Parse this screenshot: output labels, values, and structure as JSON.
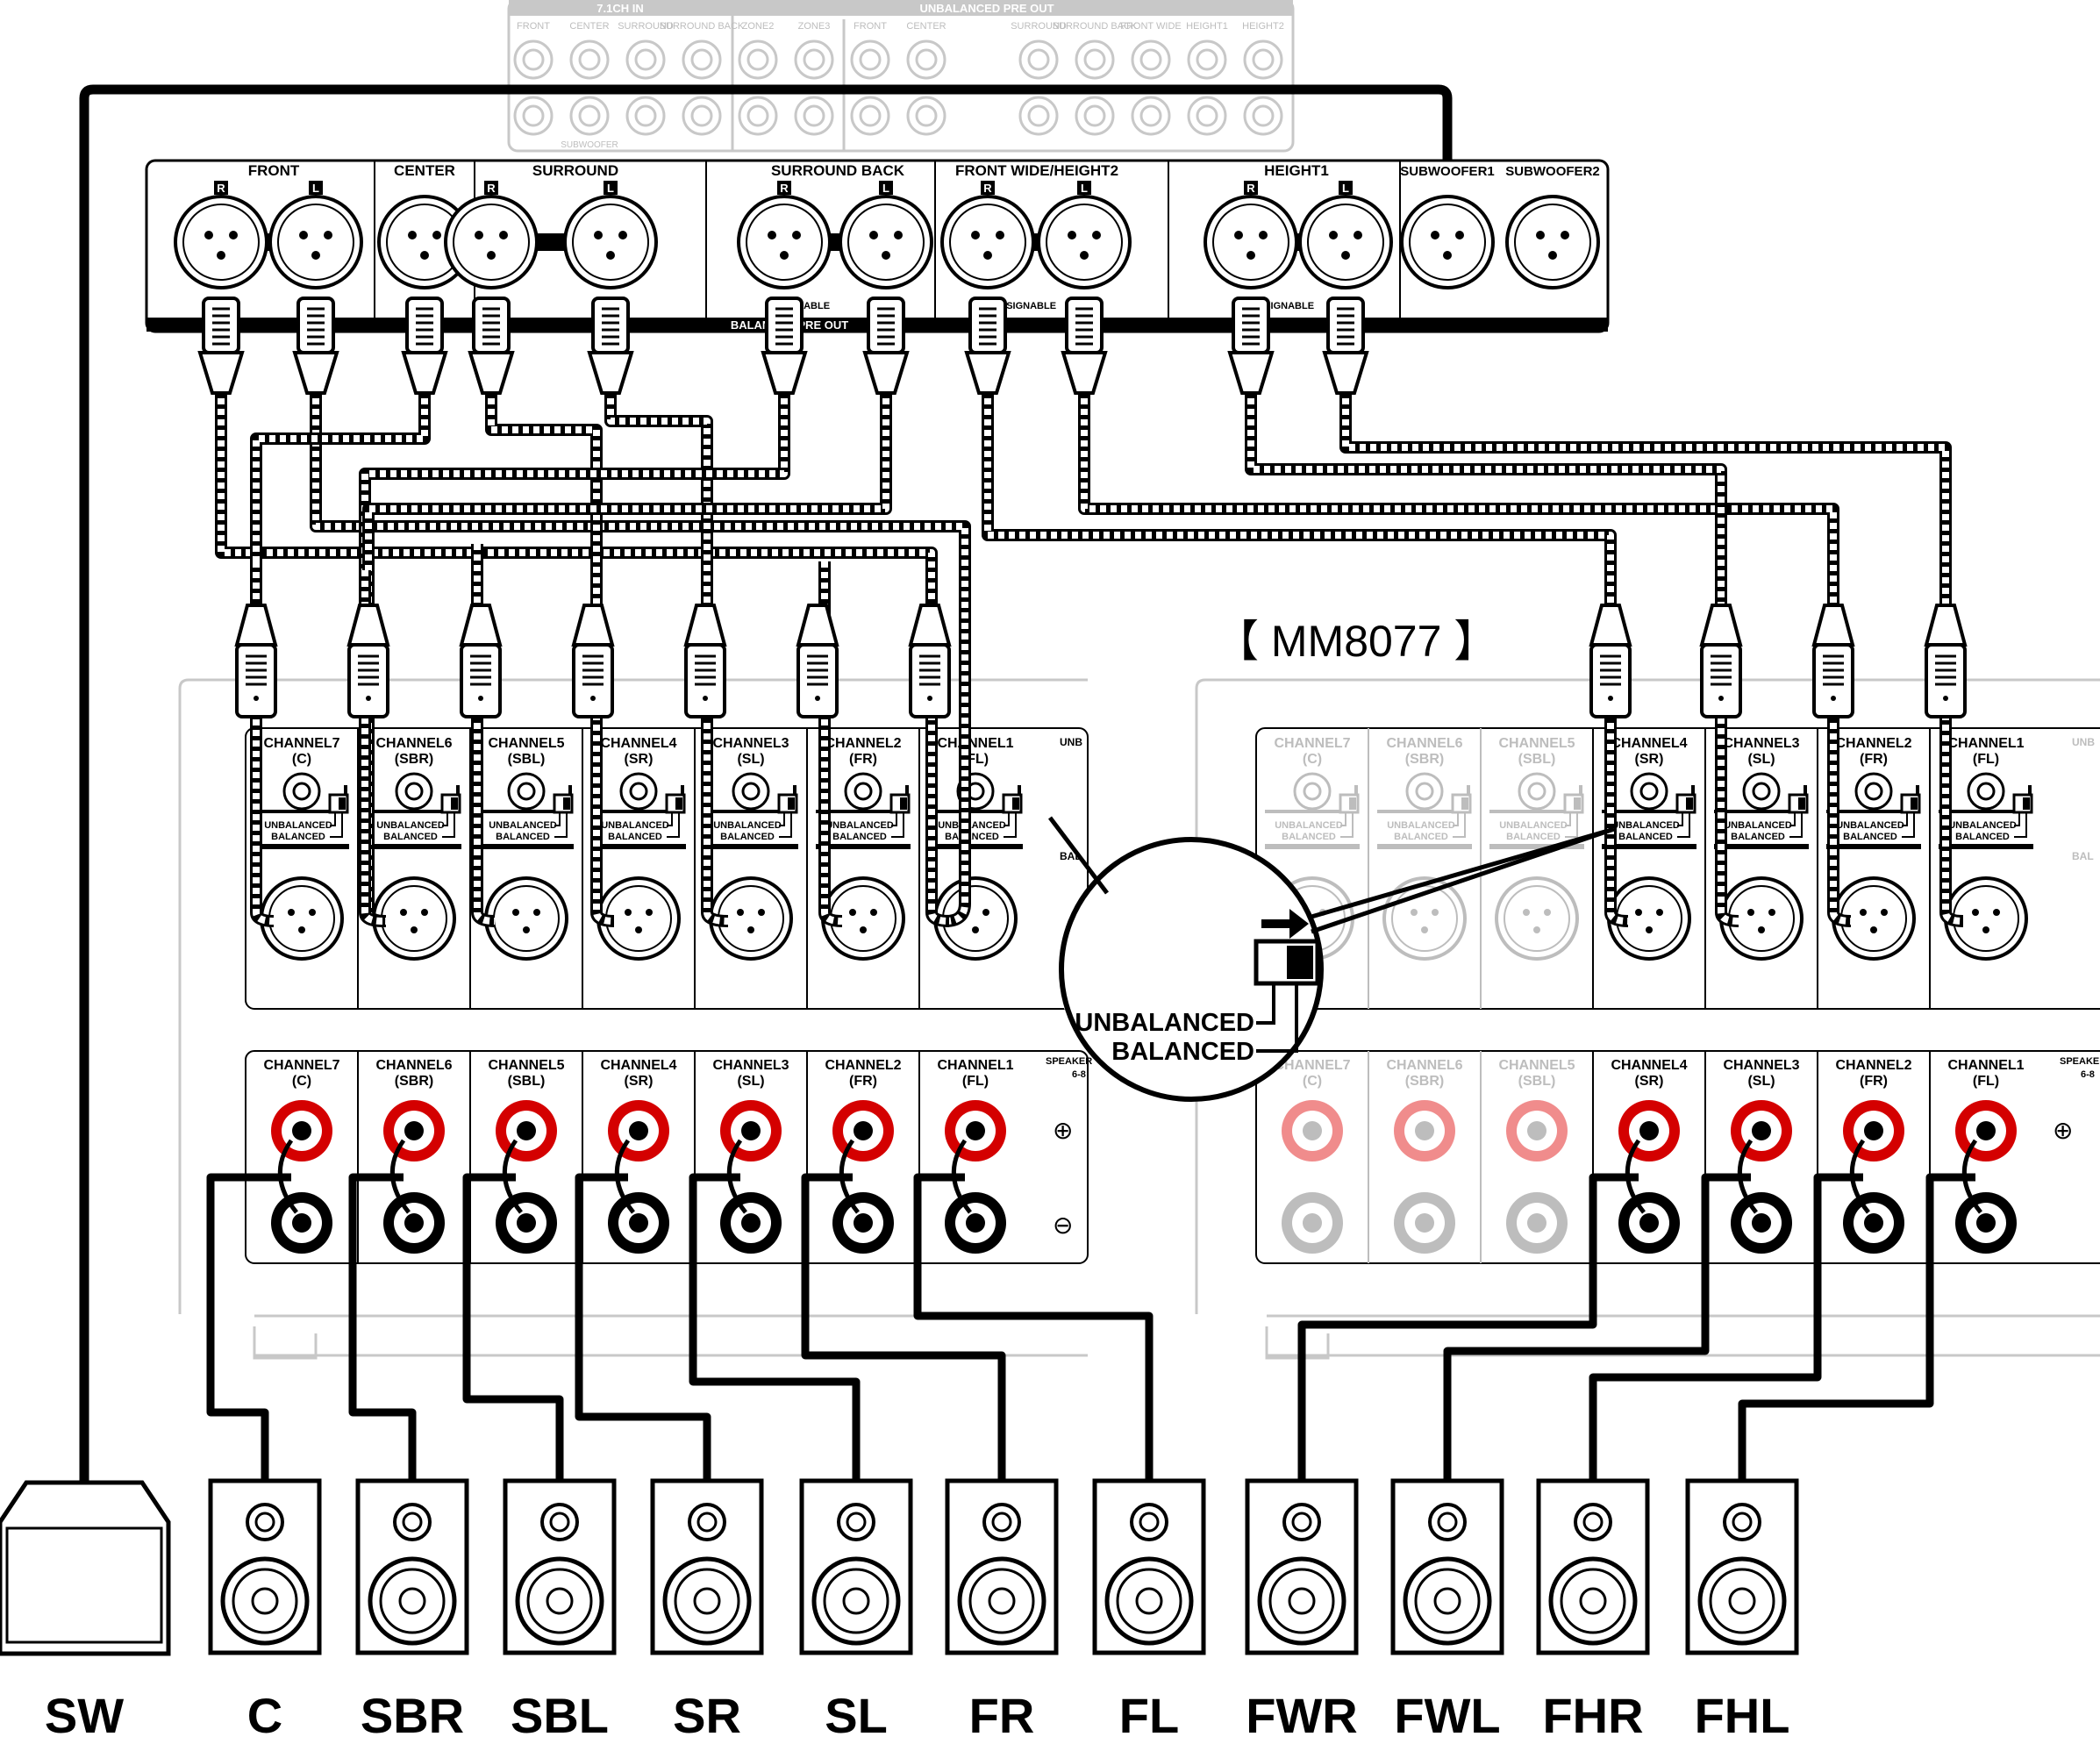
{
  "unbalanced_panel": {
    "group_71ch": "7.1CH IN",
    "group_pre": "UNBALANCED PRE OUT",
    "jacks": [
      "FRONT",
      "CENTER",
      "SURROUND",
      "SURROUND BACK",
      "ZONE2",
      "ZONE3",
      "FRONT",
      "CENTER",
      "SURROUND",
      "SURROUND BACK",
      "FRONT WIDE",
      "HEIGHT1",
      "HEIGHT2"
    ],
    "subwoofer": "SUBWOOFER"
  },
  "balanced_panel": {
    "groups": [
      "FRONT",
      "CENTER",
      "SURROUND",
      "SURROUND BACK",
      "FRONT WIDE/HEIGHT2",
      "HEIGHT1",
      "SUBWOOFER1",
      "SUBWOOFER2"
    ],
    "r_mark": "R",
    "l_mark": "L",
    "bar_label": "BALANCED PRE OUT",
    "assignable": "ASSIGNABLE"
  },
  "amp_title": "【 MM8077 】",
  "amp1_channels": [
    {
      "name": "CHANNEL7",
      "sub": "(C)"
    },
    {
      "name": "CHANNEL6",
      "sub": "(SBR)"
    },
    {
      "name": "CHANNEL5",
      "sub": "(SBL)"
    },
    {
      "name": "CHANNEL4",
      "sub": "(SR)"
    },
    {
      "name": "CHANNEL3",
      "sub": "(SL)"
    },
    {
      "name": "CHANNEL2",
      "sub": "(FR)"
    },
    {
      "name": "CHANNEL1",
      "sub": "(FL)"
    }
  ],
  "amp2_channels": [
    {
      "name": "CHANNEL7",
      "sub": "(C)"
    },
    {
      "name": "CHANNEL6",
      "sub": "(SBR)"
    },
    {
      "name": "CHANNEL5",
      "sub": "(SBL)"
    },
    {
      "name": "CHANNEL4",
      "sub": "(SR)"
    },
    {
      "name": "CHANNEL3",
      "sub": "(SL)"
    },
    {
      "name": "CHANNEL2",
      "sub": "(FR)"
    },
    {
      "name": "CHANNEL1",
      "sub": "(FL)"
    }
  ],
  "switch_labels": {
    "unbalanced": "UNBALANCED",
    "balanced": "BALANCED"
  },
  "callout": {
    "unbalanced": "UNBALANCED",
    "balanced": "BALANCED"
  },
  "edge_labels": {
    "unb": "UNB",
    "bal": "BAL",
    "speaker": "SPEAKER",
    "speaker_range": "6-8"
  },
  "polarity": {
    "plus": "⊕",
    "minus": "⊖"
  },
  "speakers": [
    "SW",
    "C",
    "SBR",
    "SBL",
    "SR",
    "SL",
    "FR",
    "FL",
    "FWR",
    "FWL",
    "FHR",
    "FHL"
  ],
  "colors": {
    "ink": "#000000",
    "red": "#d40000",
    "ghost": "#bdbdbd",
    "pink": "#f08c8c"
  }
}
